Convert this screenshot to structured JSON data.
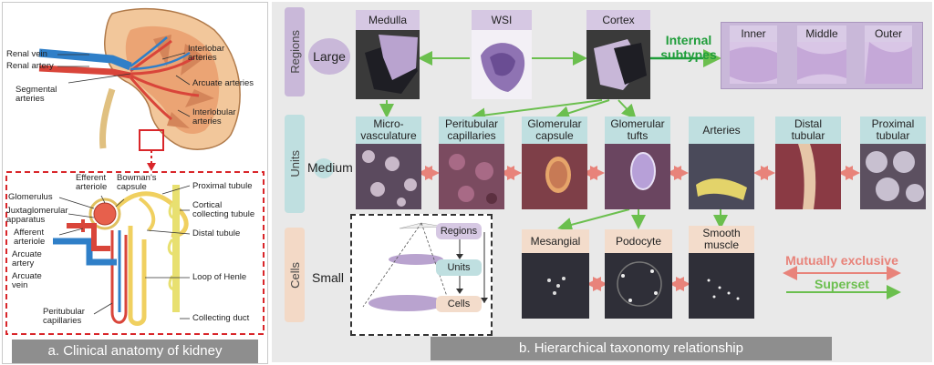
{
  "panel_a": {
    "caption": "a. Clinical anatomy of kidney",
    "labels_top": {
      "renal_vein": "Renal vein",
      "renal_artery": "Renal artery",
      "segmental": "Segmental\narteries",
      "interlobar": "Interlobar\narteries",
      "arcuate": "Arcuate arteries",
      "interlobular": "Interlobular\narteries"
    },
    "labels_bottom": {
      "glomerulus": "Glomerulus",
      "efferent": "Efferent\narteriole",
      "bowman": "Bowman's\ncapsule",
      "proximal": "Proximal tubule",
      "juxta": "Juxtaglomerular\napparatus",
      "cortical": "Cortical\ncollecting tubule",
      "afferent": "Afferent\narteriole",
      "distal": "Distal tubule",
      "arcuate_artery": "Arcuate\nartery",
      "arcuate_vein": "Arcuate\nvein",
      "henle": "Loop of Henle",
      "peritubular": "Peritubular\ncapillaries",
      "collecting": "Collecting duct"
    }
  },
  "panel_b": {
    "caption": "b. Hierarchical taxonomy relationship",
    "bands": {
      "regions": "Regions",
      "units": "Units",
      "cells": "Cells"
    },
    "sizes": {
      "large": "Large",
      "medium": "Medium",
      "small": "Small"
    },
    "regions": {
      "medulla": "Medulla",
      "wsi": "WSI",
      "cortex": "Cortex"
    },
    "internal_subtypes": "Internal\nsubtypes",
    "subtypes": {
      "inner": "Inner",
      "middle": "Middle",
      "outer": "Outer"
    },
    "units": {
      "micro": "Micro-\nvasculature",
      "peritubular": "Peritubular\ncapillaries",
      "glom_capsule": "Glomerular\ncapsule",
      "glom_tufts": "Glomerular\ntufts",
      "arteries": "Arteries",
      "distal": "Distal\ntubular",
      "proximal": "Proximal\ntubular"
    },
    "cells": {
      "mesangial": "Mesangial",
      "podocyte": "Podocyte",
      "smooth": "Smooth\nmuscle"
    },
    "pyramid": {
      "regions": "Regions",
      "units": "Units",
      "cells": "Cells"
    },
    "legend": {
      "mutually_exclusive": "Mutually exclusive",
      "superset": "Superset"
    },
    "colors": {
      "exclusive": "#e8837a",
      "superset": "#6bbf4e",
      "internal": "#1f9d3a"
    }
  }
}
